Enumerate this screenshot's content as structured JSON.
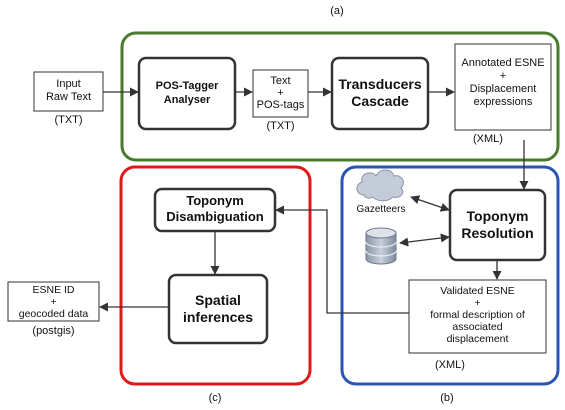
{
  "section_labels": {
    "a": "(a)",
    "b": "(b)",
    "c": "(c)"
  },
  "colors": {
    "group_a": "#4a7a2c",
    "group_b": "#2a55b0",
    "group_c": "#e01818",
    "box_border": "#333333",
    "cloud_fill": "#c4ccd9",
    "db_fill": "#a9b3c2"
  },
  "boxes": {
    "input": {
      "lines": [
        "Input",
        "Raw Text"
      ],
      "format": "(TXT)"
    },
    "pos_tagger": {
      "lines": [
        "POS-Tagger",
        "Analyser"
      ]
    },
    "text_pos": {
      "lines": [
        "Text",
        "+",
        "POS-tags"
      ],
      "format": "(TXT)"
    },
    "transducers": {
      "lines": [
        "Transducers",
        "Cascade"
      ]
    },
    "annotated": {
      "lines": [
        "Annotated ESNE",
        "+",
        "Displacement",
        "expressions"
      ],
      "format": "(XML)"
    },
    "gazetteers": {
      "label": "Gazetteers",
      "icon": "cloud-icon"
    },
    "database": {
      "icon": "database-icon"
    },
    "toponym_resolution": {
      "lines": [
        "Toponym",
        "Resolution"
      ]
    },
    "validated": {
      "lines": [
        "Validated ESNE",
        "+",
        "formal description of",
        "associated",
        "displacement"
      ],
      "format": "(XML)"
    },
    "toponym_disambiguation": {
      "lines": [
        "Toponym",
        "Disambiguation"
      ]
    },
    "spatial": {
      "lines": [
        "Spatial",
        "inferences"
      ]
    },
    "esne_id": {
      "lines": [
        "ESNE ID",
        "+",
        "geocoded data"
      ],
      "format": "(postgis)"
    }
  }
}
